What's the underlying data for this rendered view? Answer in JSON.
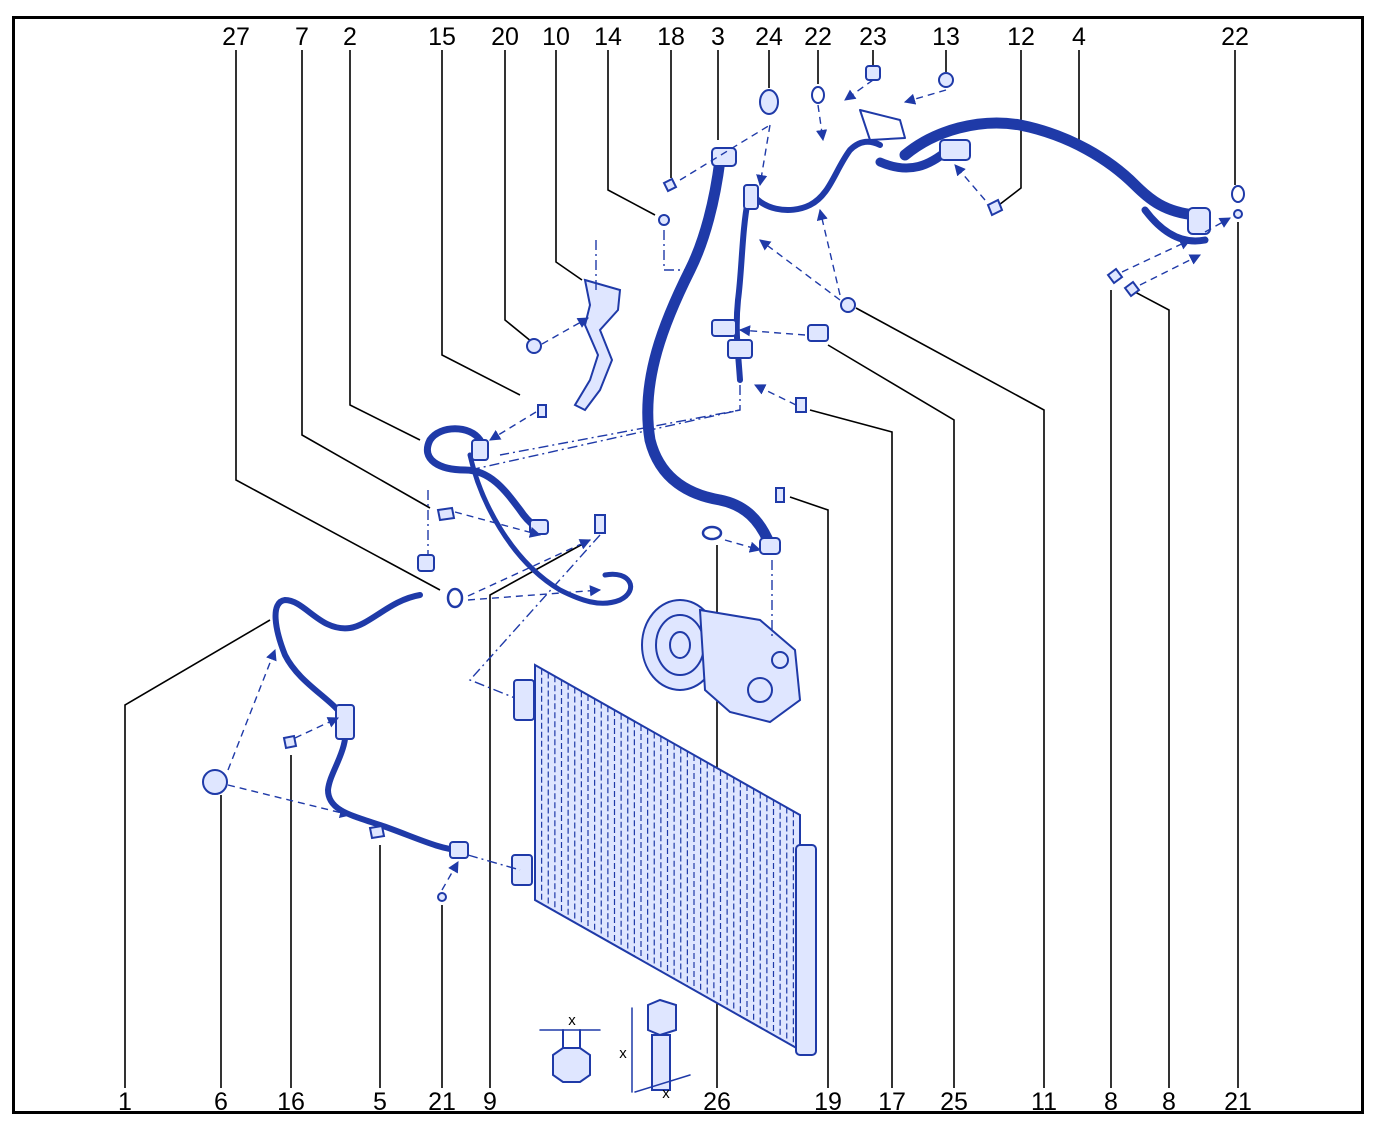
{
  "diagram": {
    "top_callouts": [
      "27",
      "7",
      "2",
      "15",
      "20",
      "10",
      "14",
      "18",
      "3",
      "24",
      "22",
      "23",
      "13",
      "12",
      "4",
      "22"
    ],
    "bottom_callouts": [
      "1",
      "6",
      "16",
      "5",
      "21",
      "9",
      "26",
      "19",
      "17",
      "25",
      "11",
      "8",
      "8",
      "21"
    ],
    "dimension_labels": [
      "x",
      "x",
      "x"
    ],
    "colors": {
      "line_art": "#1f3aa8",
      "fill": "#dfe6ff",
      "text": "#000000",
      "frame": "#000000"
    }
  }
}
